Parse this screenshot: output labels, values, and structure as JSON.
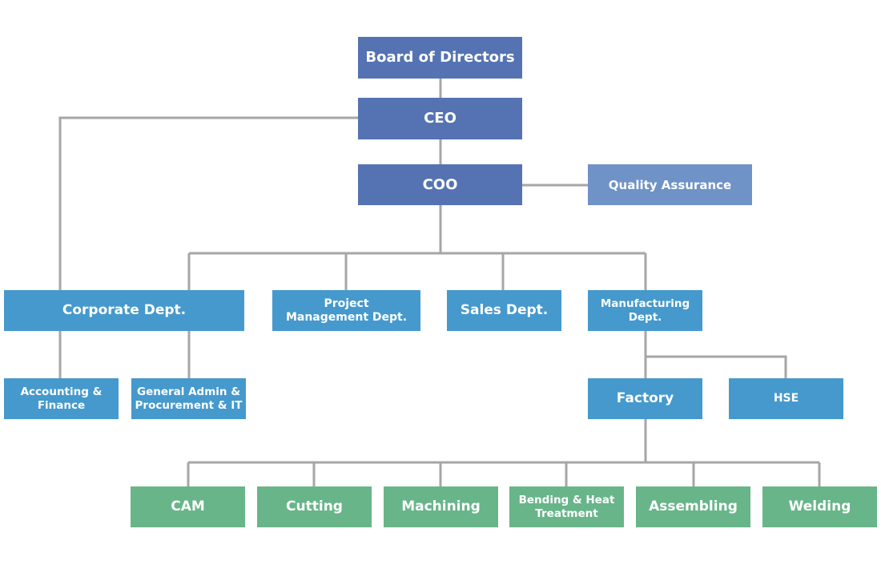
{
  "nodes": {
    "board": "Board of Directors",
    "ceo": "CEO",
    "coo": "COO",
    "qa": "Quality Assurance",
    "corporate": "Corporate Dept.",
    "pm": "Project\nManagement Dept.",
    "sales": "Sales Dept.",
    "manufacturing": "Manufacturing\nDept.",
    "accounting": "Accounting &\nFinance",
    "general_admin": "General Admin &\nProcurement & IT",
    "factory": "Factory",
    "hse": "HSE",
    "cam": "CAM",
    "cutting": "Cutting",
    "machining": "Machining",
    "bending": "Bending & Heat\nTreatment",
    "assembling": "Assembling",
    "welding": "Welding"
  },
  "colors": {
    "executive": "#5573b2",
    "quality": "#6f92c7",
    "department": "#4599cd",
    "process": "#68b58a",
    "connector": "#a6a6a6"
  }
}
